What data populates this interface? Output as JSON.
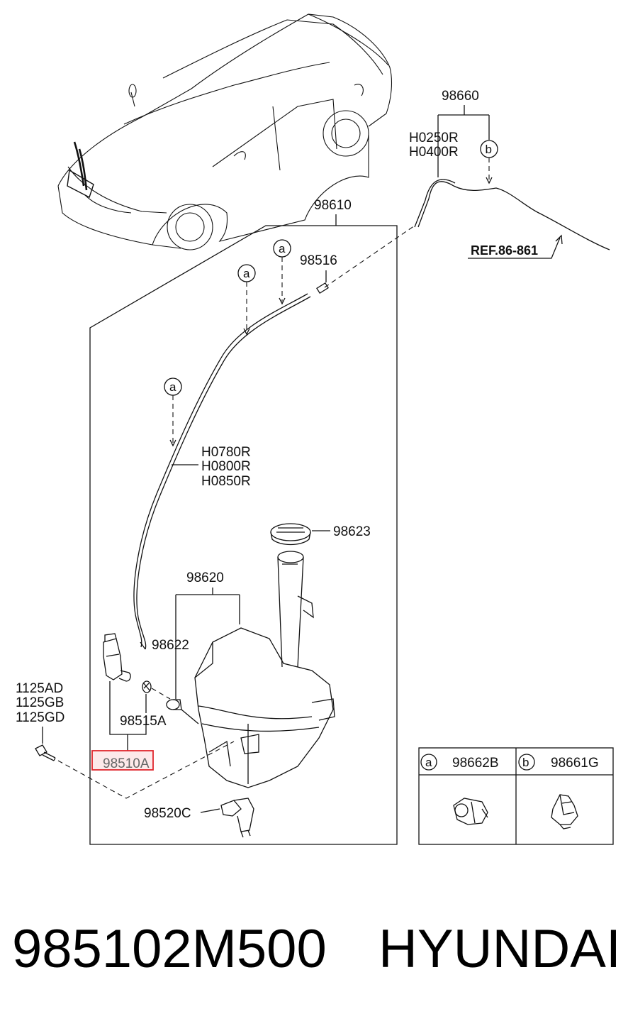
{
  "labels": {
    "p98660": "98660",
    "h0250r": "H0250R",
    "h0400r": "H0400R",
    "p98610": "98610",
    "ref": "REF.86-861",
    "p98516": "98516",
    "h0780r": "H0780R",
    "h0800r": "H0800R",
    "h0850r": "H0850R",
    "p98623": "98623",
    "p98620": "98620",
    "p98622": "98622",
    "p98515a": "98515A",
    "p1125ad": "1125AD",
    "p1125gb": "1125GB",
    "p1125gd": "1125GD",
    "p98510a": "98510A",
    "p98520c": "98520C"
  },
  "callouts": {
    "a": "a",
    "b": "b"
  },
  "legend": {
    "a_letter": "a",
    "a_part": "98662B",
    "b_letter": "b",
    "b_part": "98661G"
  },
  "footer": {
    "part_number": "985102M500",
    "brand": "HYUNDAI"
  },
  "highlight_color": "#e0252b"
}
